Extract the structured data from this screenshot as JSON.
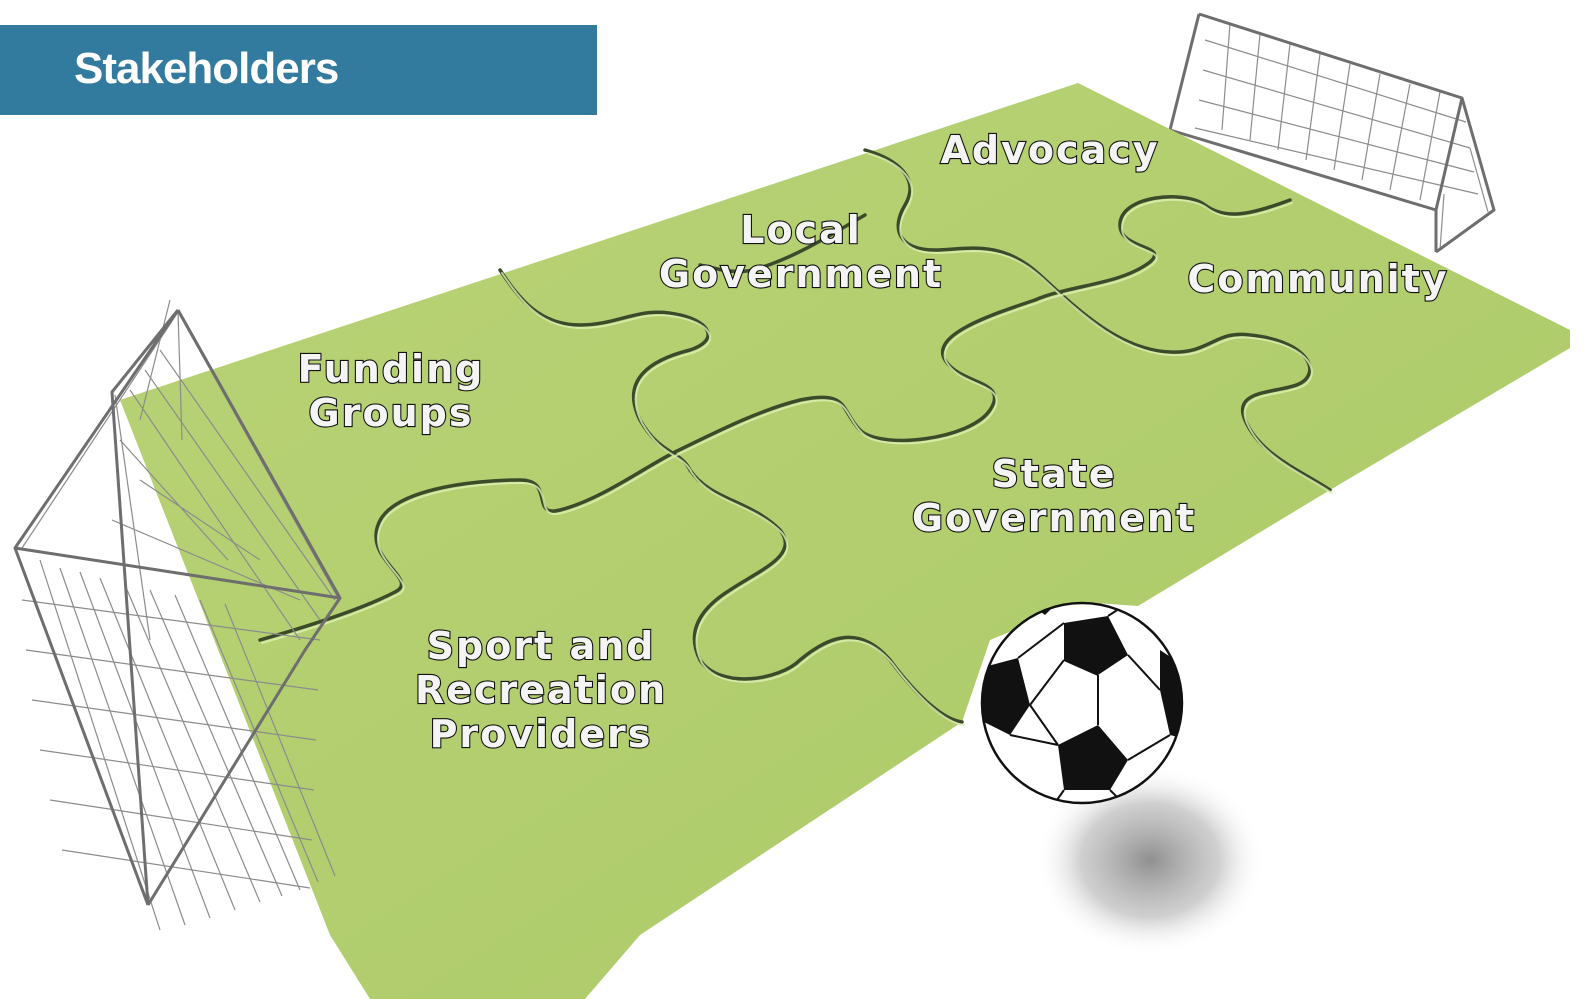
{
  "header": {
    "title": "Stakeholders"
  },
  "puzzle_pieces": [
    {
      "name": "advocacy",
      "lines": [
        "Advocacy"
      ]
    },
    {
      "name": "local-government",
      "lines": [
        "Local",
        "Government"
      ]
    },
    {
      "name": "community",
      "lines": [
        "Community"
      ]
    },
    {
      "name": "funding-groups",
      "lines": [
        "Funding",
        "Groups"
      ]
    },
    {
      "name": "state-government",
      "lines": [
        "State",
        "Government"
      ]
    },
    {
      "name": "sport-and-recreation-providers",
      "lines": [
        "Sport and",
        "Recreation",
        "Providers"
      ]
    }
  ],
  "colors": {
    "header": "#337a9f",
    "field": "#b4cf6f",
    "ball_black": "#111111",
    "ball_white": "#ffffff"
  },
  "icons": {
    "goal": "soccer-goal-icon",
    "ball": "soccer-ball-icon"
  }
}
